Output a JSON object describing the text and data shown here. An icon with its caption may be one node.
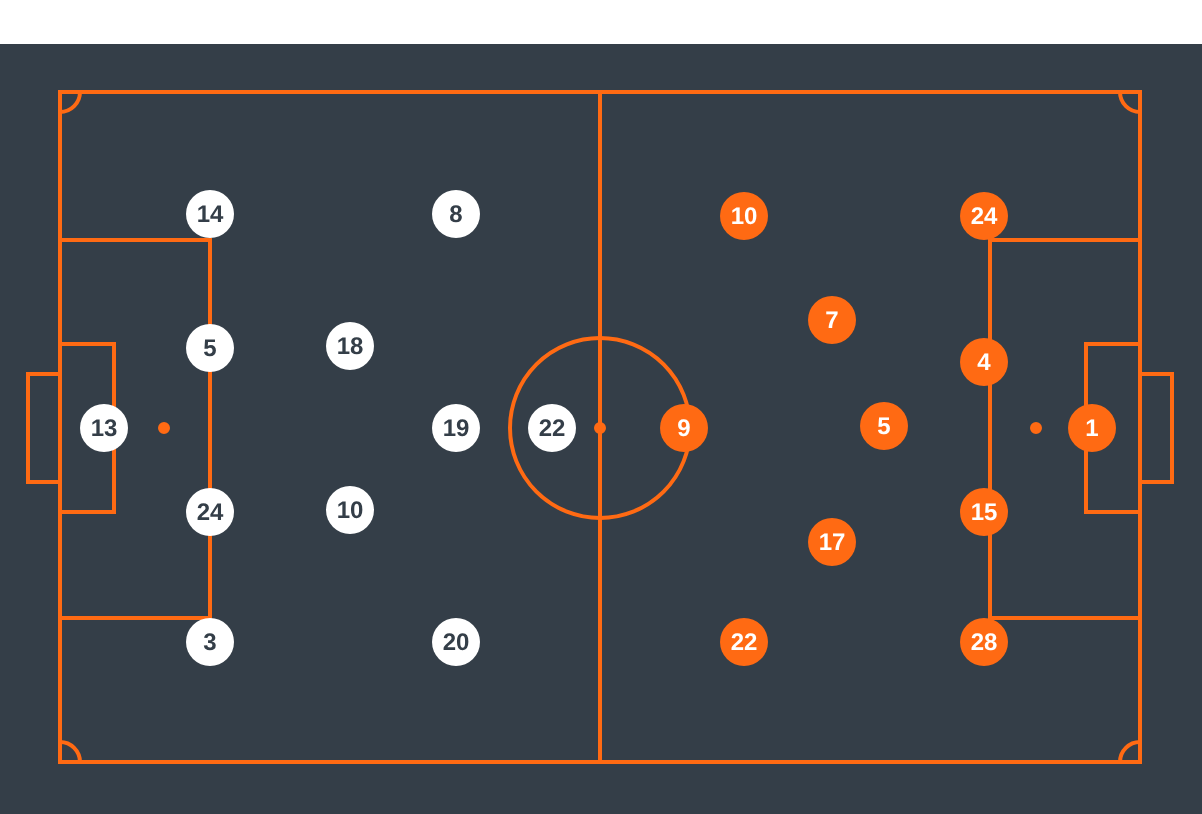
{
  "diagram": {
    "nodes": [
      {
        "text": [
          "14"
        ]
      },
      {
        "text": [
          "8"
        ]
      },
      {
        "text": [
          "5"
        ]
      },
      {
        "text": [
          "18"
        ]
      },
      {
        "text": [
          "13"
        ]
      },
      {
        "text": [
          "19"
        ]
      },
      {
        "text": [
          "22"
        ]
      },
      {
        "text": [
          "24"
        ]
      },
      {
        "text": [
          "10"
        ]
      },
      {
        "text": [
          "3"
        ]
      },
      {
        "text": [
          "20"
        ]
      },
      {
        "text": [
          "10"
        ]
      },
      {
        "text": [
          "24"
        ]
      },
      {
        "text": [
          "7"
        ]
      },
      {
        "text": [
          "4"
        ]
      },
      {
        "text": [
          "9"
        ]
      },
      {
        "text": [
          "5"
        ]
      },
      {
        "text": [
          "1"
        ]
      },
      {
        "text": [
          "15"
        ]
      },
      {
        "text": [
          "17"
        ]
      },
      {
        "text": [
          "22"
        ]
      },
      {
        "text": [
          "28"
        ]
      }
    ]
  }
}
